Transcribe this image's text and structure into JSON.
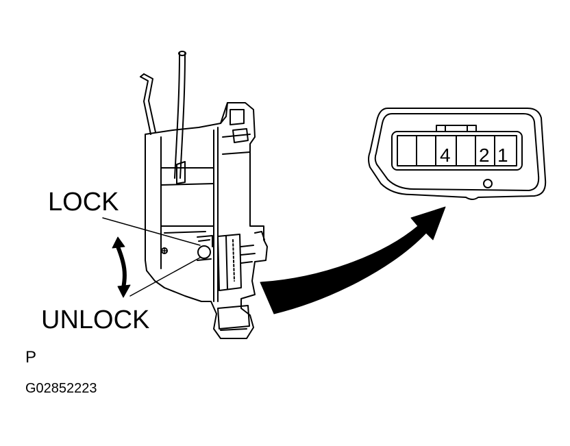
{
  "labels": {
    "lock": "LOCK",
    "unlock": "UNLOCK",
    "view": "P",
    "figure_code": "G02852223"
  },
  "connector": {
    "pins": [
      "4",
      "2",
      "1"
    ]
  },
  "colors": {
    "line": "#000000",
    "background": "#ffffff"
  }
}
